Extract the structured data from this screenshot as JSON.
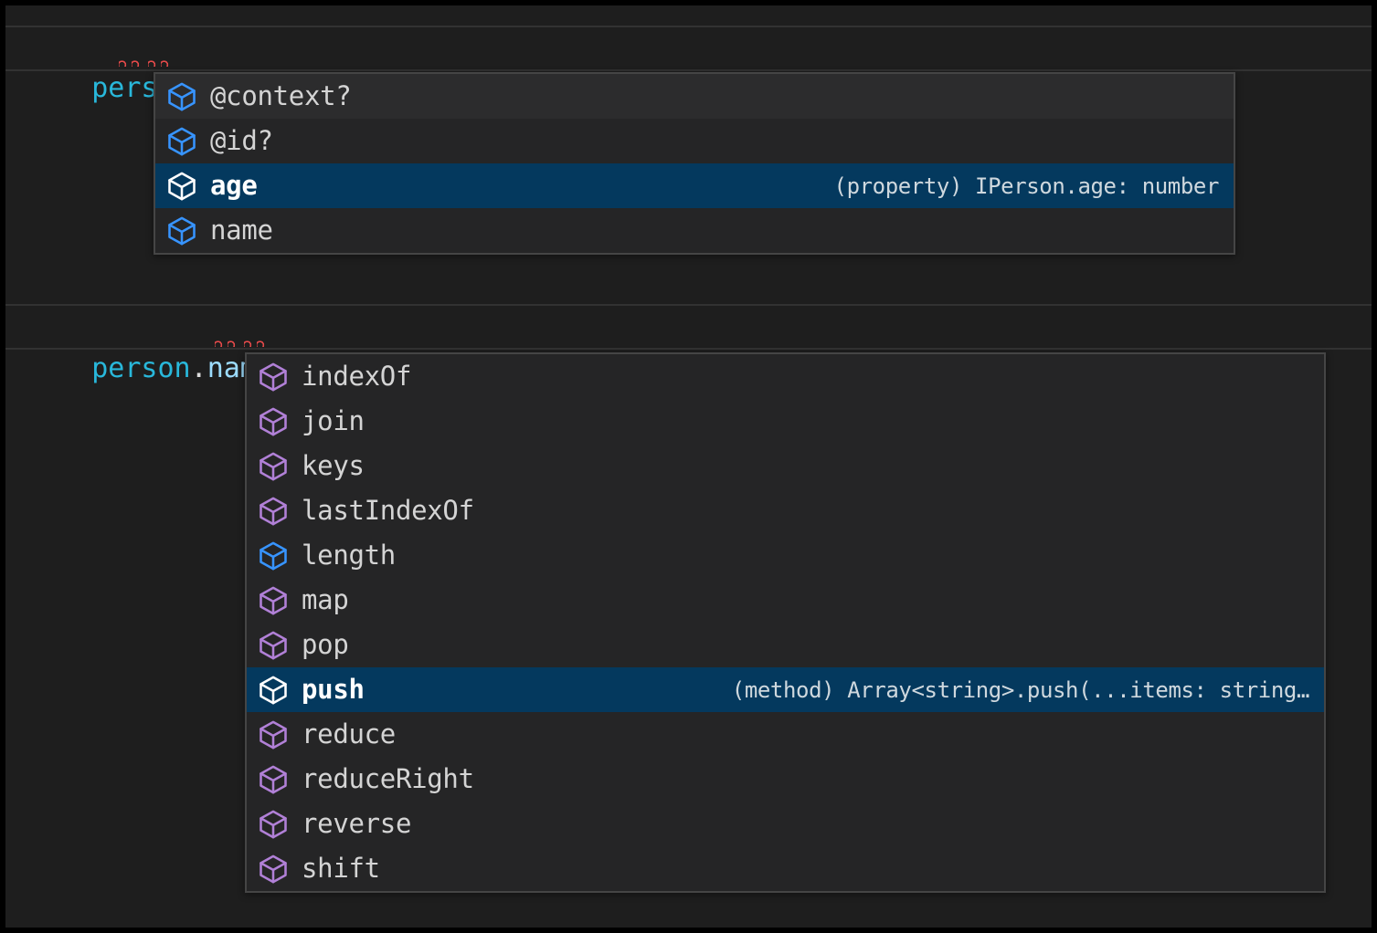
{
  "editor": {
    "background_color": "#1e1e1e",
    "lines": [
      {
        "segments": [
          {
            "text": "person",
            "kind": "identifier"
          },
          {
            "text": ".",
            "kind": "punctuation"
          },
          {
            "text": ";",
            "kind": "punctuation"
          }
        ],
        "plain": "person.;"
      },
      {
        "segments": [
          {
            "text": "person",
            "kind": "identifier"
          },
          {
            "text": ".",
            "kind": "punctuation"
          },
          {
            "text": "name",
            "kind": "property"
          },
          {
            "text": ".",
            "kind": "punctuation"
          },
          {
            "text": ";",
            "kind": "punctuation"
          }
        ],
        "plain": "person.name.;"
      }
    ],
    "error_squiggle_color": "#f14c4c",
    "identifier_color": "#29b8db",
    "property_color": "#9cdcfe",
    "punctuation_color": "#dcdcdc"
  },
  "suggest_widget_1": {
    "selected_index": 2,
    "hovered_index": 0,
    "selection_color": "#04395e",
    "border_color": "#454545",
    "background_color": "#252526",
    "items": [
      {
        "label": "@context?",
        "icon": "property-cube-icon",
        "icon_color": "#3794ff",
        "detail": ""
      },
      {
        "label": "@id?",
        "icon": "property-cube-icon",
        "icon_color": "#3794ff",
        "detail": ""
      },
      {
        "label": "age",
        "icon": "property-cube-icon",
        "icon_color": "#ffffff",
        "detail": "(property) IPerson.age: number"
      },
      {
        "label": "name",
        "icon": "property-cube-icon",
        "icon_color": "#3794ff",
        "detail": ""
      }
    ]
  },
  "suggest_widget_2": {
    "selected_index": 7,
    "selection_color": "#04395e",
    "border_color": "#454545",
    "background_color": "#252526",
    "items": [
      {
        "label": "indexOf",
        "icon": "method-cube-icon",
        "icon_color": "#b180d7",
        "detail": ""
      },
      {
        "label": "join",
        "icon": "method-cube-icon",
        "icon_color": "#b180d7",
        "detail": ""
      },
      {
        "label": "keys",
        "icon": "method-cube-icon",
        "icon_color": "#b180d7",
        "detail": ""
      },
      {
        "label": "lastIndexOf",
        "icon": "method-cube-icon",
        "icon_color": "#b180d7",
        "detail": ""
      },
      {
        "label": "length",
        "icon": "property-cube-icon",
        "icon_color": "#3794ff",
        "detail": ""
      },
      {
        "label": "map",
        "icon": "method-cube-icon",
        "icon_color": "#b180d7",
        "detail": ""
      },
      {
        "label": "pop",
        "icon": "method-cube-icon",
        "icon_color": "#b180d7",
        "detail": ""
      },
      {
        "label": "push",
        "icon": "method-cube-icon",
        "icon_color": "#ffffff",
        "detail": "(method) Array<string>.push(...items: string…"
      },
      {
        "label": "reduce",
        "icon": "method-cube-icon",
        "icon_color": "#b180d7",
        "detail": ""
      },
      {
        "label": "reduceRight",
        "icon": "method-cube-icon",
        "icon_color": "#b180d7",
        "detail": ""
      },
      {
        "label": "reverse",
        "icon": "method-cube-icon",
        "icon_color": "#b180d7",
        "detail": ""
      },
      {
        "label": "shift",
        "icon": "method-cube-icon",
        "icon_color": "#b180d7",
        "detail": ""
      }
    ]
  }
}
